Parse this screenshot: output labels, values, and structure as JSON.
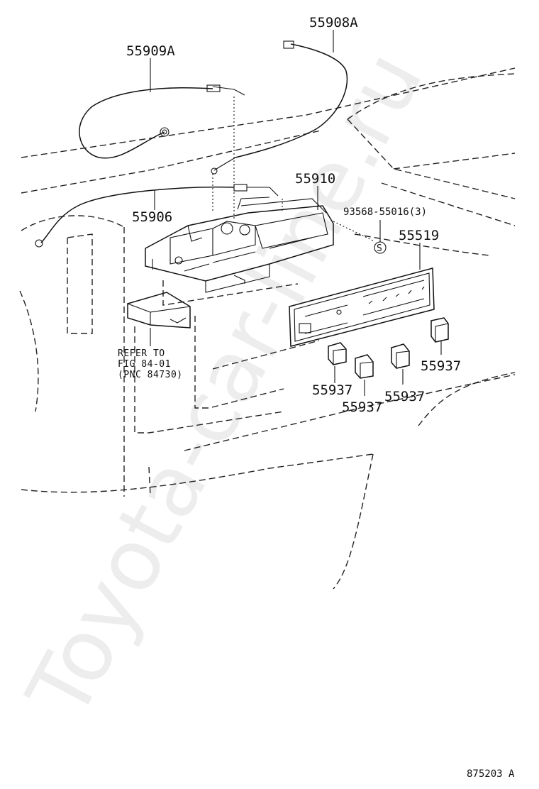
{
  "diagram": {
    "part_labels": {
      "p55908A": "55908A",
      "p55909A": "55909A",
      "p55910": "55910",
      "p55906": "55906",
      "p93568": "93568-55016(3)",
      "p55519": "55519",
      "p55937_right": "55937",
      "p55937_a": "55937",
      "p55937_b": "55937",
      "p55937_c": "55937"
    },
    "refer_note": {
      "line1": "REFER TO",
      "line2": "FIG 84-01",
      "line3": "(PNC 84730)"
    },
    "screw_symbol": "S",
    "figure_code": "875203 A",
    "watermark": "Toyota-car-line.ru"
  }
}
